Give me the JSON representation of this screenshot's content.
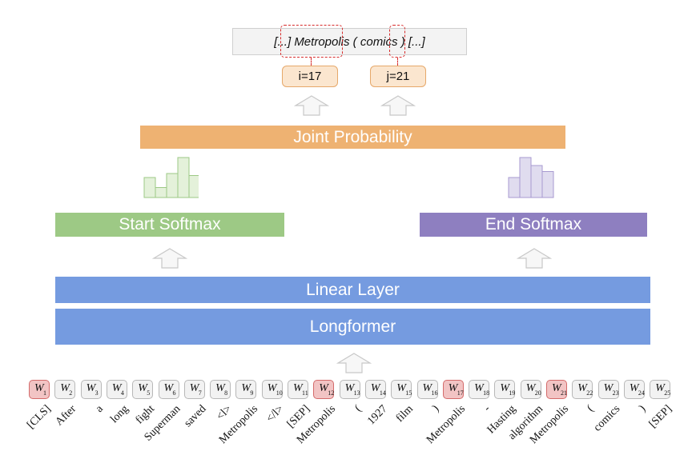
{
  "context": {
    "prefix": "[...] ",
    "word": "Metropolis",
    "middle": " ( comics ",
    "close": ")",
    "suffix": " [...]"
  },
  "indices": {
    "start": "i=17",
    "end": "j=21"
  },
  "layers": {
    "joint": "Joint Probability",
    "start_softmax": "Start Softmax",
    "end_softmax": "End Softmax",
    "linear": "Linear Layer",
    "encoder": "Longformer"
  },
  "colors": {
    "joint": "#eeb272",
    "start": "#9dc985",
    "end": "#8e7fc0",
    "encoder": "#759be0",
    "highlight": "#f2c4c4",
    "dash": "#d62b2b"
  },
  "tokens": [
    {
      "w": "W",
      "sub": "1",
      "word": "[CLS]",
      "highlight": true
    },
    {
      "w": "W",
      "sub": "2",
      "word": "After",
      "highlight": false
    },
    {
      "w": "W",
      "sub": "3",
      "word": "a",
      "highlight": false
    },
    {
      "w": "W",
      "sub": "4",
      "word": "long",
      "highlight": false
    },
    {
      "w": "W",
      "sub": "5",
      "word": "fight",
      "highlight": false
    },
    {
      "w": "W",
      "sub": "6",
      "word": "Superman",
      "highlight": false
    },
    {
      "w": "W",
      "sub": "7",
      "word": "saved",
      "highlight": false
    },
    {
      "w": "W",
      "sub": "8",
      "word": "<l>",
      "highlight": false
    },
    {
      "w": "W",
      "sub": "9",
      "word": "Metropolis",
      "highlight": false
    },
    {
      "w": "W",
      "sub": "10",
      "word": "</l>",
      "highlight": false
    },
    {
      "w": "W",
      "sub": "11",
      "word": "[SEP]",
      "highlight": false
    },
    {
      "w": "W",
      "sub": "12",
      "word": "Metropolis",
      "highlight": true
    },
    {
      "w": "W",
      "sub": "13",
      "word": "(",
      "highlight": false
    },
    {
      "w": "W",
      "sub": "14",
      "word": "1927",
      "highlight": false
    },
    {
      "w": "W",
      "sub": "15",
      "word": "film",
      "highlight": false
    },
    {
      "w": "W",
      "sub": "16",
      "word": ")",
      "highlight": false
    },
    {
      "w": "W",
      "sub": "17",
      "word": "Metropolis",
      "highlight": true
    },
    {
      "w": "W",
      "sub": "18",
      "word": "-",
      "highlight": false
    },
    {
      "w": "W",
      "sub": "19",
      "word": "Hasting",
      "highlight": false
    },
    {
      "w": "W",
      "sub": "20",
      "word": "algorithm",
      "highlight": false
    },
    {
      "w": "W",
      "sub": "21",
      "word": "Metropolis",
      "highlight": true
    },
    {
      "w": "W",
      "sub": "22",
      "word": "(",
      "highlight": false
    },
    {
      "w": "W",
      "sub": "23",
      "word": "comics",
      "highlight": false
    },
    {
      "w": "W",
      "sub": "24",
      "word": ")",
      "highlight": false
    },
    {
      "w": "W",
      "sub": "25",
      "word": "[SEP]",
      "highlight": false
    }
  ],
  "start_histogram": [
    0.5,
    0.25,
    0.6,
    1.0,
    0.55
  ],
  "end_histogram": [
    0.5,
    1.0,
    0.8,
    0.65
  ]
}
